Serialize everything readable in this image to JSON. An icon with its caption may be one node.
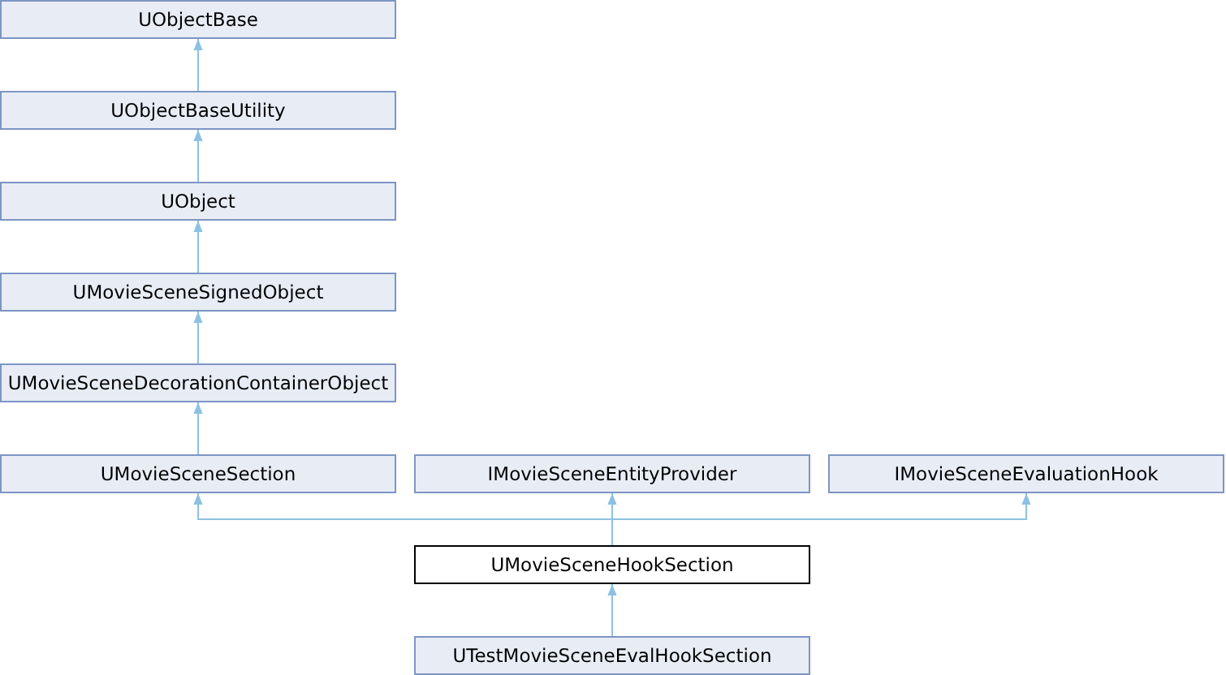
{
  "diagram": {
    "nodes": [
      {
        "text": [
          "UObjectBase"
        ]
      },
      {
        "text": [
          "UObjectBaseUtility"
        ]
      },
      {
        "text": [
          "UObject"
        ]
      },
      {
        "text": [
          "UMovieSceneSignedObject"
        ]
      },
      {
        "text": [
          "UMovieSceneDecorationContainerObject"
        ]
      },
      {
        "text": [
          "UMovieSceneSection"
        ]
      },
      {
        "text": [
          "IMovieSceneEntityProvider"
        ]
      },
      {
        "text": [
          "IMovieSceneEvaluationHook"
        ]
      },
      {
        "text": [
          "UMovieSceneHookSection"
        ]
      },
      {
        "text": [
          "UTestMovieSceneEvalHookSection"
        ]
      }
    ],
    "edges": [
      {
        "from": 1,
        "to": 0,
        "arrow": "to"
      },
      {
        "from": 2,
        "to": 1,
        "arrow": "to"
      },
      {
        "from": 3,
        "to": 2,
        "arrow": "to"
      },
      {
        "from": 4,
        "to": 3,
        "arrow": "to"
      },
      {
        "from": 5,
        "to": 4,
        "arrow": "to"
      },
      {
        "from": 8,
        "to": 5,
        "arrow": "to"
      },
      {
        "from": 8,
        "to": 6,
        "arrow": "to"
      },
      {
        "from": 8,
        "to": 7,
        "arrow": "to"
      },
      {
        "from": 9,
        "to": 8,
        "arrow": "to"
      }
    ]
  }
}
